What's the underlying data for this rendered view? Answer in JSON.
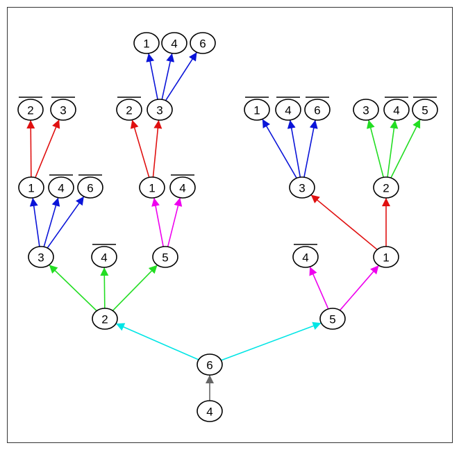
{
  "colors": {
    "gray": "#666666",
    "cyan": "#00e5e5",
    "green": "#22dd22",
    "magenta": "#ee00ee",
    "blue": "#0a14d8",
    "red": "#e01010"
  },
  "nodes": [
    {
      "id": "n6r",
      "label": "6",
      "negated": false
    },
    {
      "id": "n4root",
      "label": "4",
      "negated": false
    },
    {
      "id": "n2L",
      "label": "2",
      "negated": false
    },
    {
      "id": "n5R",
      "label": "5",
      "negated": false
    },
    {
      "id": "n3a",
      "label": "3",
      "negated": false
    },
    {
      "id": "n4a",
      "label": "4",
      "negated": true
    },
    {
      "id": "n5a",
      "label": "5",
      "negated": false
    },
    {
      "id": "n1a",
      "label": "1",
      "negated": false
    },
    {
      "id": "n4b",
      "label": "4",
      "negated": true
    },
    {
      "id": "n6b",
      "label": "6",
      "negated": true
    },
    {
      "id": "n2c",
      "label": "2",
      "negated": true
    },
    {
      "id": "n3c",
      "label": "3",
      "negated": true
    },
    {
      "id": "n1d",
      "label": "1",
      "negated": false
    },
    {
      "id": "n4d",
      "label": "4",
      "negated": true
    },
    {
      "id": "n2e",
      "label": "2",
      "negated": true
    },
    {
      "id": "n3e",
      "label": "3",
      "negated": false
    },
    {
      "id": "n1f",
      "label": "1",
      "negated": false
    },
    {
      "id": "n4f",
      "label": "4",
      "negated": false
    },
    {
      "id": "n6f",
      "label": "6",
      "negated": false
    },
    {
      "id": "n4g",
      "label": "4",
      "negated": true
    },
    {
      "id": "n1g",
      "label": "1",
      "negated": false
    },
    {
      "id": "n3h",
      "label": "3",
      "negated": false
    },
    {
      "id": "n2h",
      "label": "2",
      "negated": false
    },
    {
      "id": "n1i",
      "label": "1",
      "negated": true
    },
    {
      "id": "n4i",
      "label": "4",
      "negated": true
    },
    {
      "id": "n6i",
      "label": "6",
      "negated": true
    },
    {
      "id": "n3j",
      "label": "3",
      "negated": false
    },
    {
      "id": "n4j",
      "label": "4",
      "negated": true
    },
    {
      "id": "n5j",
      "label": "5",
      "negated": true
    }
  ],
  "edges": [
    {
      "from": "n4root",
      "to": "n6r",
      "color": "gray"
    },
    {
      "from": "n6r",
      "to": "n2L",
      "color": "cyan"
    },
    {
      "from": "n6r",
      "to": "n5R",
      "color": "cyan"
    },
    {
      "from": "n2L",
      "to": "n3a",
      "color": "green"
    },
    {
      "from": "n2L",
      "to": "n4a",
      "color": "green"
    },
    {
      "from": "n2L",
      "to": "n5a",
      "color": "green"
    },
    {
      "from": "n3a",
      "to": "n1a",
      "color": "blue"
    },
    {
      "from": "n3a",
      "to": "n4b",
      "color": "blue"
    },
    {
      "from": "n3a",
      "to": "n6b",
      "color": "blue"
    },
    {
      "from": "n1a",
      "to": "n2c",
      "color": "red"
    },
    {
      "from": "n1a",
      "to": "n3c",
      "color": "red"
    },
    {
      "from": "n5a",
      "to": "n1d",
      "color": "magenta"
    },
    {
      "from": "n5a",
      "to": "n4d",
      "color": "magenta"
    },
    {
      "from": "n1d",
      "to": "n2e",
      "color": "red"
    },
    {
      "from": "n1d",
      "to": "n3e",
      "color": "red"
    },
    {
      "from": "n3e",
      "to": "n1f",
      "color": "blue"
    },
    {
      "from": "n3e",
      "to": "n4f",
      "color": "blue"
    },
    {
      "from": "n3e",
      "to": "n6f",
      "color": "blue"
    },
    {
      "from": "n5R",
      "to": "n4g",
      "color": "magenta"
    },
    {
      "from": "n5R",
      "to": "n1g",
      "color": "magenta"
    },
    {
      "from": "n1g",
      "to": "n3h",
      "color": "red"
    },
    {
      "from": "n1g",
      "to": "n2h",
      "color": "red"
    },
    {
      "from": "n3h",
      "to": "n1i",
      "color": "blue"
    },
    {
      "from": "n3h",
      "to": "n4i",
      "color": "blue"
    },
    {
      "from": "n3h",
      "to": "n6i",
      "color": "blue"
    },
    {
      "from": "n2h",
      "to": "n3j",
      "color": "green"
    },
    {
      "from": "n2h",
      "to": "n4j",
      "color": "green"
    },
    {
      "from": "n2h",
      "to": "n5j",
      "color": "green"
    }
  ]
}
